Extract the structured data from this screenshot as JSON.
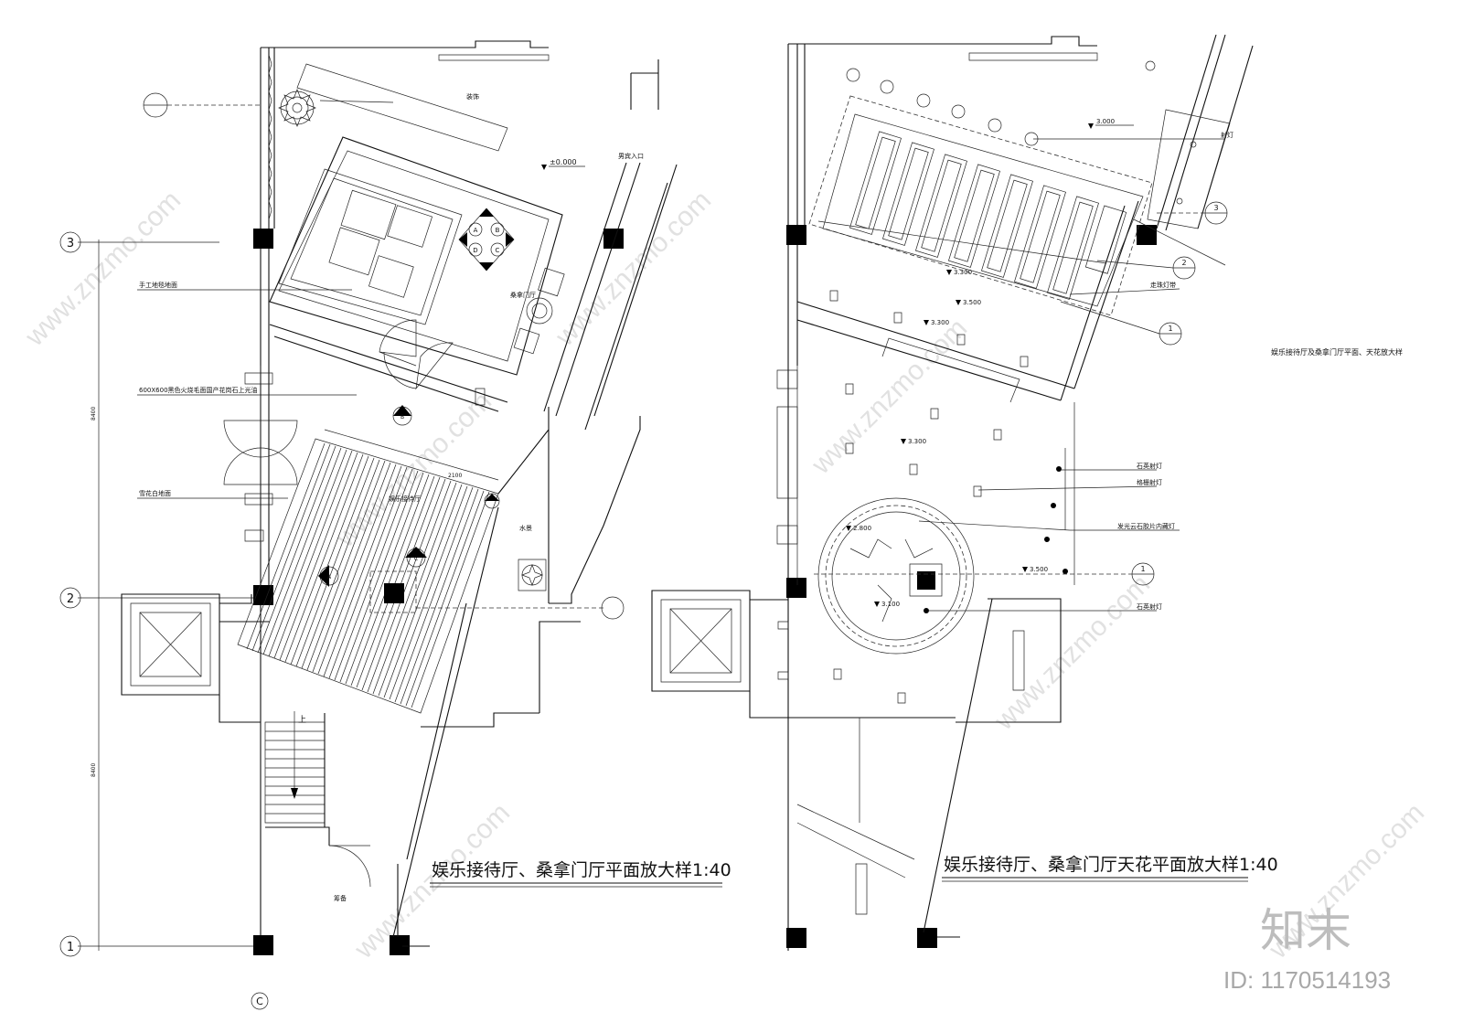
{
  "left_plan": {
    "title": "娱乐接待厅、桑拿门厅平面放大样1:40",
    "labels": {
      "wine_cabinet": "装饰",
      "level": "±0.000",
      "guest_entry": "男宾入口",
      "sauna_lobby": "桑拿门厅",
      "handmade_carpet": "手工地毯地面",
      "tile_floor": "600X600黑色火烧毛面国产花岗石上光油",
      "snowflake_floor": "雪花白地面",
      "reception": "娱乐接待厅",
      "water_feature": "水景",
      "stair_up": "上",
      "store": "筹备",
      "dim_2100": "2100",
      "dim_8400_top": "8400",
      "dim_8400_bottom": "8400"
    },
    "axes": [
      "3",
      "2",
      "1",
      "C"
    ],
    "detail_tags": [
      "A",
      "B",
      "C",
      "D"
    ]
  },
  "right_plan": {
    "title": "娱乐接待厅、桑拿门厅天花平面放大样1:40",
    "note": "娱乐接待厅及桑拿门厅平面、天花放大样",
    "labels": {
      "spotlight": "射灯",
      "level_3000": "3.000",
      "level_3300a": "3.300",
      "level_3300b": "3.300",
      "level_3300c": "3.300",
      "level_3500a": "3.500",
      "level_3500b": "3.500",
      "level_3100": "3.100",
      "level_2800": "2.800",
      "bead_light": "走珠灯带",
      "stone_spot": "石英射灯",
      "grille_spot": "格栅射灯",
      "cloud_stone_light": "发光云石胶片内藏灯",
      "stone_spot_2": "石英射灯"
    },
    "callouts": [
      "1",
      "2",
      "3"
    ]
  },
  "watermark": {
    "site": "www.znzmo.com",
    "brand": "知末",
    "id": "ID: 1170514193"
  }
}
